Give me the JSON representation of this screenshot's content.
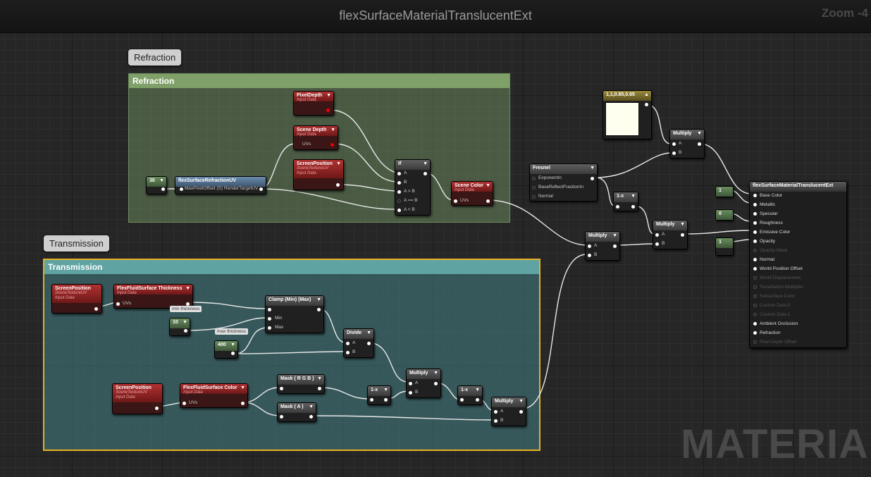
{
  "editor": {
    "title": "flexSurfaceMaterialTranslucentExt",
    "zoom": "Zoom -4",
    "watermark": "MATERIAL"
  },
  "comments": {
    "refraction": {
      "bubble": "Refraction",
      "header": "Refraction"
    },
    "transmission": {
      "bubble": "Transmission",
      "header": "Transmission"
    }
  },
  "nodes": {
    "pixel_depth": {
      "title": "PixelDepth",
      "sub": "Input Data"
    },
    "scene_depth": {
      "title": "Scene Depth",
      "sub": "Input Data",
      "pin": "UVs"
    },
    "screen_position_r": {
      "title": "ScreenPosition",
      "sub1": "SceneTextureUV",
      "sub2": "Input Data"
    },
    "const_30": {
      "value": "30"
    },
    "refraction_uv": {
      "title": "flexSurfaceRefractionUV",
      "pin": "MaxPixelOffset (S) RenderTargetUV"
    },
    "if_node": {
      "title": "If",
      "pins": [
        "A",
        "B",
        "A > B",
        "A == B",
        "A < B"
      ]
    },
    "scene_color": {
      "title": "Scene Color",
      "sub": "Input Data",
      "pin": "UVs"
    },
    "color_const": {
      "value": "1,1,0.85,0.65"
    },
    "multiply_top": {
      "title": "Multiply",
      "pins": [
        "A",
        "B"
      ]
    },
    "fresnel": {
      "title": "Fresnel",
      "pins": [
        "ExponentIn",
        "BaseReflectFractionIn",
        "Normal"
      ]
    },
    "one_minus_r": {
      "title": "1-x"
    },
    "multiply_mid": {
      "title": "Multiply",
      "pins": [
        "A",
        "B"
      ]
    },
    "multiply_low": {
      "title": "Multiply",
      "pins": [
        "A",
        "B"
      ]
    },
    "const_1a": {
      "value": "1"
    },
    "const_0": {
      "value": "0"
    },
    "const_1b": {
      "value": "1"
    },
    "screen_position_t1": {
      "title": "ScreenPosition",
      "sub1": "SceneTextureUV",
      "sub2": "Input Data"
    },
    "thickness": {
      "title": "FlexFluidSurface Thickness",
      "sub": "Input Data",
      "pin": "UVs"
    },
    "min_thickness_tag": {
      "value": "min thickness"
    },
    "const_10": {
      "value": "10"
    },
    "max_thickness_tag": {
      "value": "max thickness"
    },
    "const_400": {
      "value": "400"
    },
    "clamp": {
      "title": "Clamp (Min) (Max)",
      "pins": [
        "Min",
        "Max"
      ]
    },
    "divide": {
      "title": "Divide",
      "pins": [
        "A",
        "B"
      ]
    },
    "screen_position_t2": {
      "title": "ScreenPosition",
      "sub1": "SceneTextureUV",
      "sub2": "Input Data"
    },
    "fluid_color": {
      "title": "FlexFluidSurface Color",
      "sub": "Input Data",
      "pin": "UVs"
    },
    "mask_rgb": {
      "title": "Mask ( R G B )"
    },
    "mask_a": {
      "title": "Mask ( A )"
    },
    "one_minus_t1": {
      "title": "1-x"
    },
    "multiply_t1": {
      "title": "Multiply",
      "pins": [
        "A",
        "B"
      ]
    },
    "one_minus_t2": {
      "title": "1-x"
    },
    "multiply_t2": {
      "title": "Multiply",
      "pins": [
        "A",
        "B"
      ]
    }
  },
  "result": {
    "title": "flexSurfaceMaterialTranslucentExt",
    "pins": [
      {
        "label": "Base Color",
        "active": true
      },
      {
        "label": "Metallic",
        "active": true
      },
      {
        "label": "Specular",
        "active": true
      },
      {
        "label": "Roughness",
        "active": true
      },
      {
        "label": "Emissive Color",
        "active": true
      },
      {
        "label": "Opacity",
        "active": true
      },
      {
        "label": "Opacity Mask",
        "active": false
      },
      {
        "label": "Normal",
        "active": true
      },
      {
        "label": "World Position Offset",
        "active": true
      },
      {
        "label": "World Displacement",
        "active": false
      },
      {
        "label": "Tessellation Multiplier",
        "active": false
      },
      {
        "label": "Subsurface Color",
        "active": false
      },
      {
        "label": "Custom Data 0",
        "active": false
      },
      {
        "label": "Custom Data 1",
        "active": false
      },
      {
        "label": "Ambient Occlusion",
        "active": true
      },
      {
        "label": "Refraction",
        "active": true
      },
      {
        "label": "Pixel Depth Offset",
        "active": false
      }
    ]
  }
}
